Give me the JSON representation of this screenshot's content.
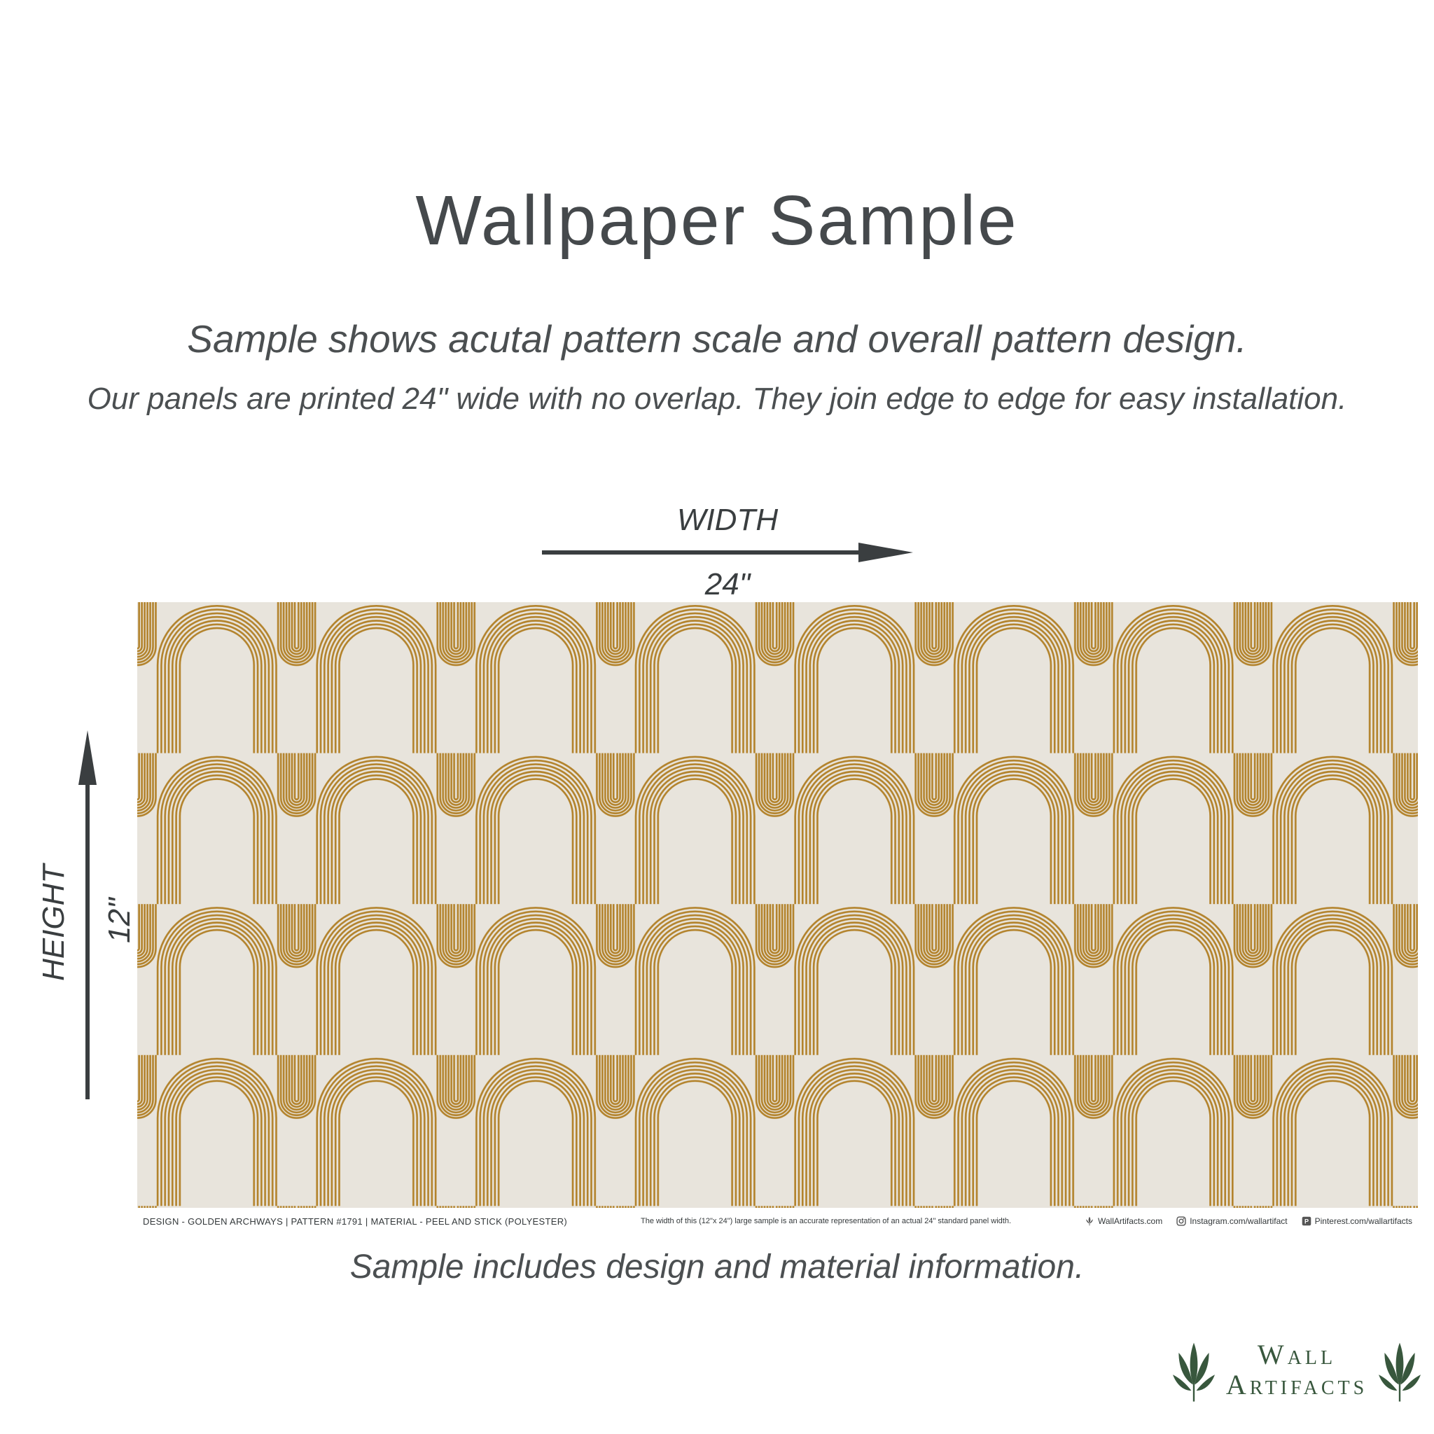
{
  "page": {
    "title": "Wallpaper Sample",
    "subtitle": "Sample shows acutal pattern scale and overall pattern design.",
    "subtitle2": "Our panels are printed 24\" wide with no overlap. They join edge to edge for easy installation.",
    "footer_note": "Sample includes design and material information."
  },
  "dimensions": {
    "width_label": "WIDTH",
    "width_value": "24\"",
    "height_label": "HEIGHT",
    "height_value": "12\""
  },
  "sample": {
    "design_info": "DESIGN - GOLDEN ARCHWAYS   |   PATTERN #1791   |   MATERIAL - PEEL AND STICK (POLYESTER)",
    "width_note": "The width of this (12\"x 24\") large sample is an accurate representation of an actual 24\" standard panel width.",
    "links": [
      {
        "icon": "leaf-icon",
        "label": "WallArtifacts.com"
      },
      {
        "icon": "instagram-icon",
        "label": "Instagram.com/wallartifact"
      },
      {
        "icon": "pinterest-icon",
        "label": "Pinterest.com/wallartifacts"
      }
    ],
    "pattern": {
      "name": "Golden Archways",
      "pattern_number": "#1791",
      "material": "Peel and Stick (Polyester)"
    }
  },
  "brand": {
    "name_line1": "Wall",
    "name_line2": "Artifacts"
  },
  "colors": {
    "gold": "#b3832c",
    "sample_bg": "#e8e4dc",
    "ink": "#45494c",
    "ink2": "#4b4f51",
    "arrow": "#3a3e40",
    "brand_green": "#38573d"
  }
}
